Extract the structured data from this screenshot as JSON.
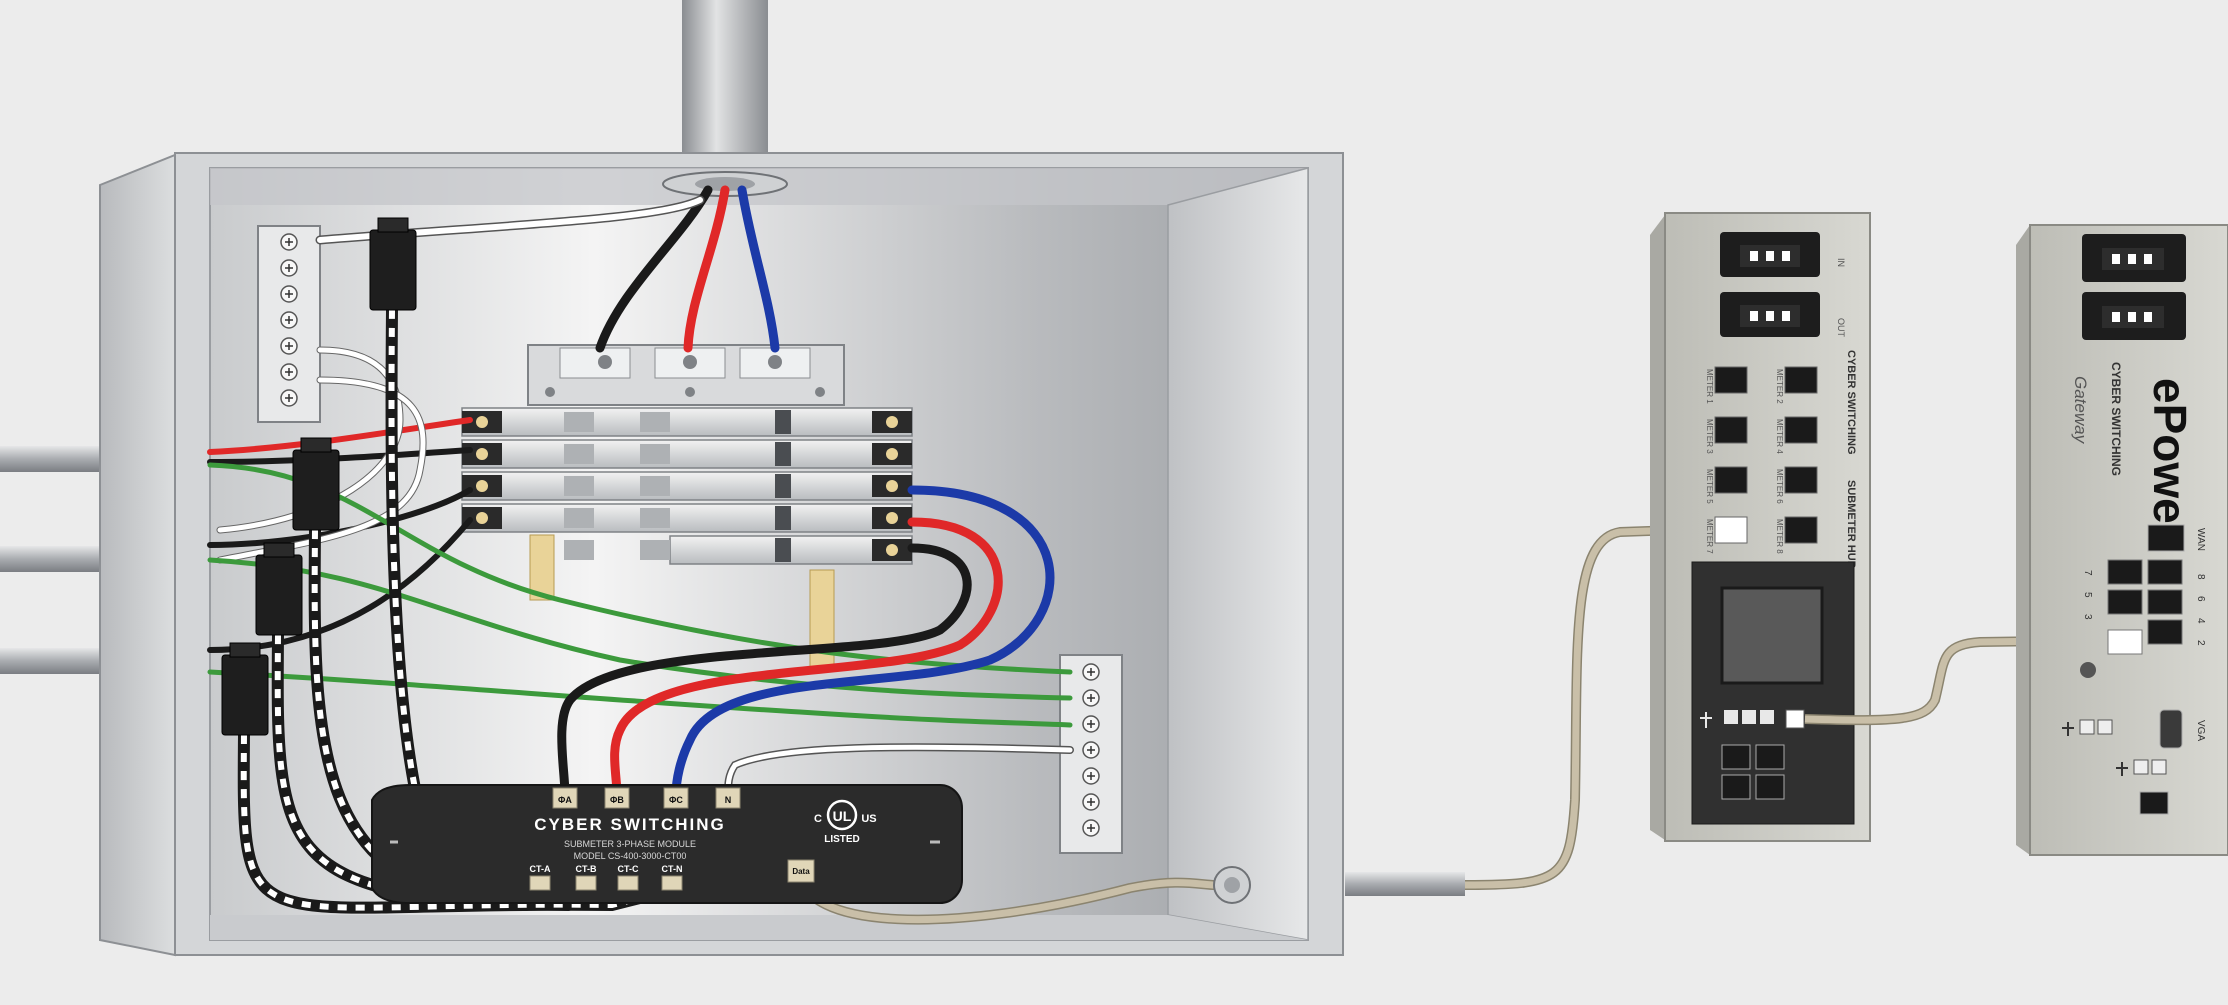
{
  "colors": {
    "background": "#ececec",
    "enclosure": "#d4d6d8",
    "wire_black": "#1a1a1a",
    "wire_red": "#e02828",
    "wire_blue": "#1c3aa8",
    "wire_green": "#3c9a3c",
    "wire_white": "#ffffff",
    "data_cable": "#c9bfa8",
    "meter_module": "#2b2b2b",
    "gateway_body": "#cfcfc8"
  },
  "meter_module": {
    "brand": "CYBER SWITCHING",
    "product_line": "SUBMETER 3-PHASE MODULE",
    "model": "MODEL CS-400-3000-CT00",
    "cert_mark": "UL",
    "cert_left": "C",
    "cert_right": "US",
    "cert_sub": "LISTED",
    "phase_terminals": [
      "ΦA",
      "ΦB",
      "ΦC",
      "N"
    ],
    "ct_terminals": [
      "CT-A",
      "CT-B",
      "CT-C",
      "CT-N"
    ],
    "data_port": "Data"
  },
  "submeter_hub": {
    "brand": "CYBER SWITCHING",
    "label": "SUBMETER HUB",
    "power_in": "IN",
    "power_out": "OUT",
    "meter_ports": [
      "METER 1",
      "METER 2",
      "METER 3",
      "METER 4",
      "METER 5",
      "METER 6",
      "METER 7",
      "METER 8"
    ]
  },
  "gateway": {
    "product": "ePower",
    "brand": "CYBER SWITCHING",
    "label": "Gateway",
    "wan": "WAN",
    "port_numbers": [
      "7",
      "5",
      "3",
      "8",
      "6",
      "4",
      "2"
    ],
    "vga": "VGA"
  },
  "icons": [
    "usb-icon",
    "ethernet-icon",
    "power-inlet-icon",
    "screw-terminal-icon",
    "knockout-icon"
  ]
}
